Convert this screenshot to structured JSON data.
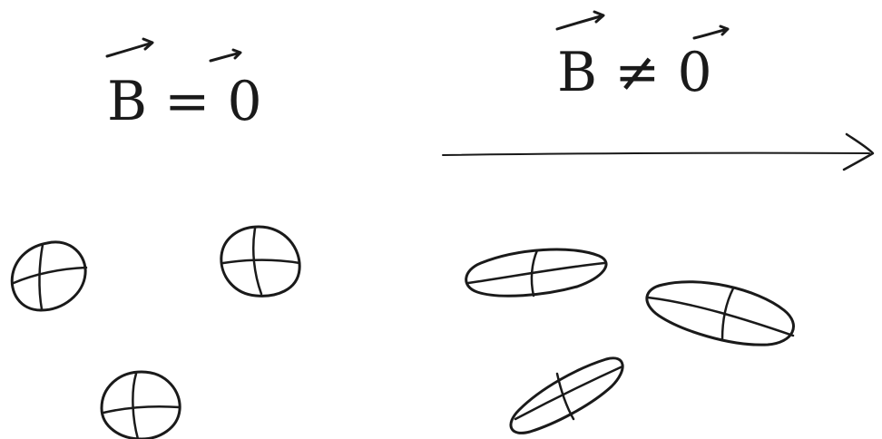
{
  "labels": {
    "left_condition": "B = 0",
    "right_condition": "B ≠ 0"
  },
  "left_state": {
    "particle_shape": "sphere",
    "particle_count": 3
  },
  "right_state": {
    "particle_shape": "elongated ellipsoid",
    "particle_count": 3
  },
  "colors": {
    "ink": "#1a1a1a",
    "background": "#ffffff"
  }
}
